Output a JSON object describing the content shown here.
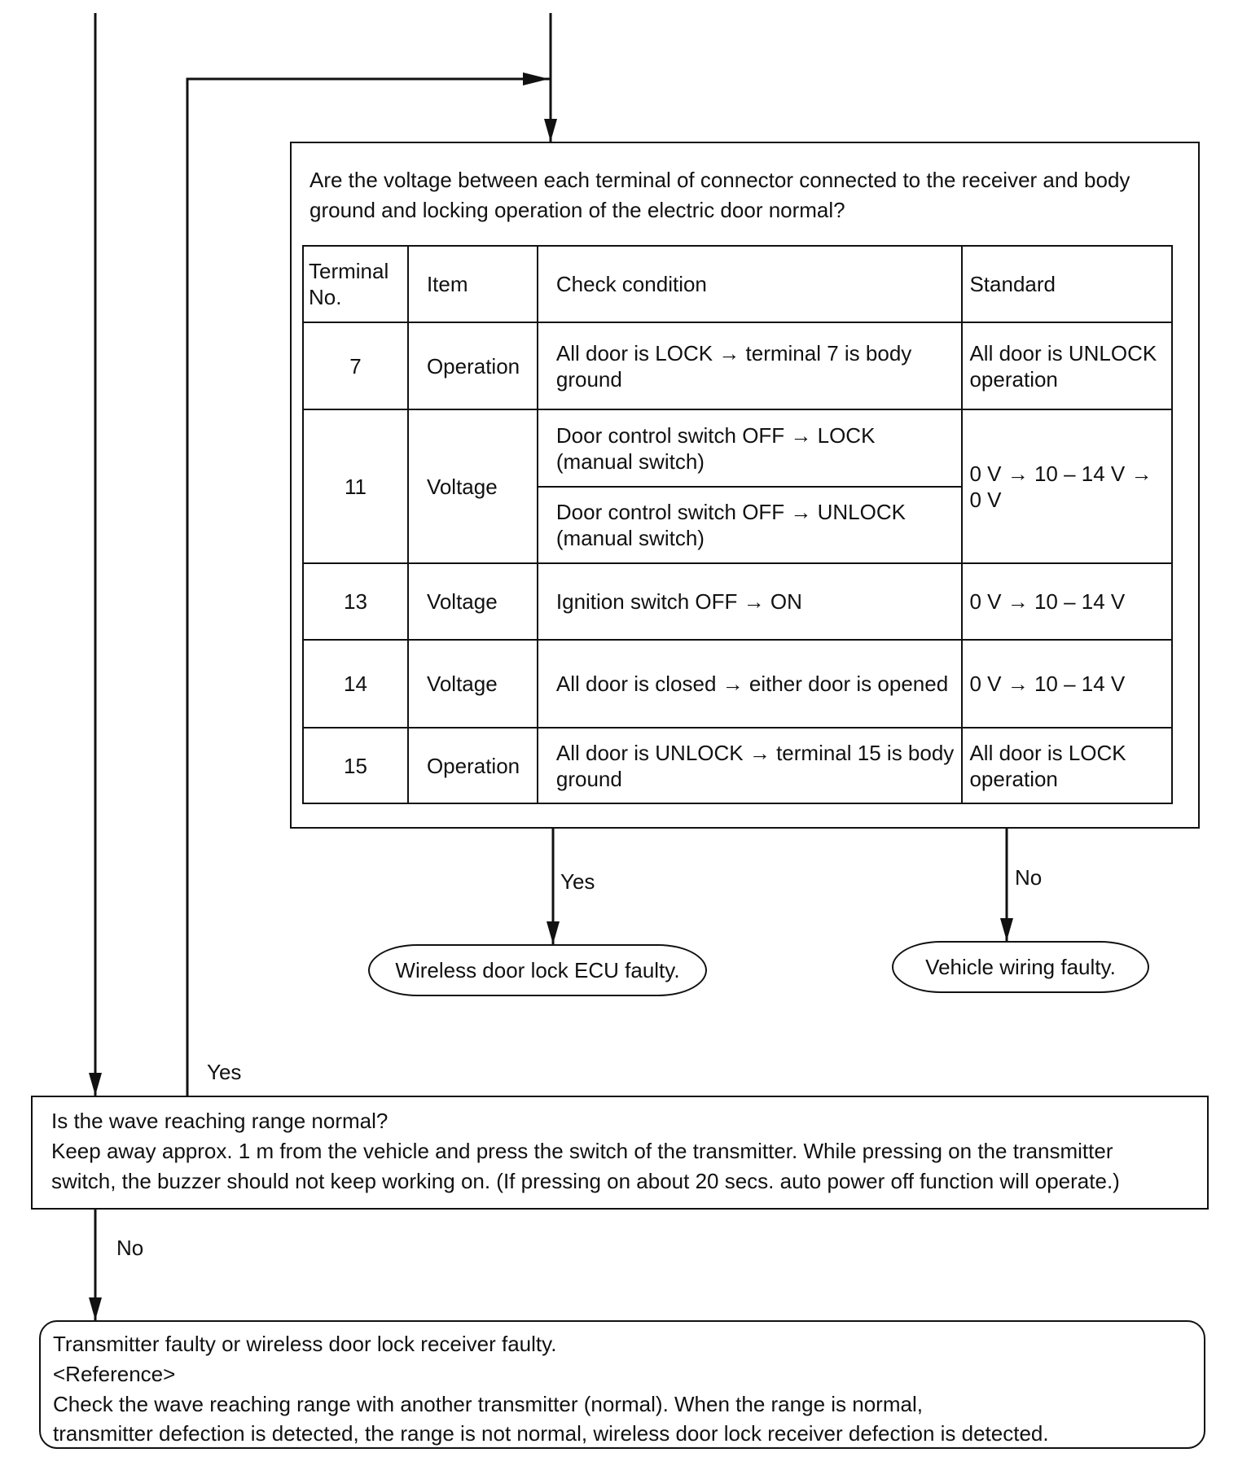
{
  "question_box": {
    "text": "Are the voltage between each terminal of connector connected to the receiver and body ground and locking operation of the electric door normal?"
  },
  "table": {
    "headers": [
      "Terminal No.",
      "Item",
      "Check condition",
      "Standard"
    ],
    "rows": [
      {
        "terminal": "7",
        "item": "Operation",
        "condition": "All door is LOCK → terminal 7 is body ground",
        "standard": "All door is UNLOCK operation"
      },
      {
        "terminal": "11",
        "item": "Voltage",
        "condition": "Door control switch OFF → LOCK (manual switch)",
        "condition2": "Door control switch OFF → UNLOCK (manual switch)",
        "standard": "0 V → 10 – 14 V → 0 V"
      },
      {
        "terminal": "13",
        "item": "Voltage",
        "condition": "Ignition switch OFF → ON",
        "standard": "0 V → 10 – 14 V"
      },
      {
        "terminal": "14",
        "item": "Voltage",
        "condition": "All door is closed → either door is opened",
        "standard": "0 V → 10 – 14 V"
      },
      {
        "terminal": "15",
        "item": "Operation",
        "condition": "All door is UNLOCK → terminal 15 is body ground",
        "standard": "All door is LOCK operation"
      }
    ]
  },
  "branch_labels": {
    "yes_upper": "Yes",
    "no_upper": "No",
    "yes_left": "Yes",
    "no_lower": "No"
  },
  "outcomes": {
    "ecu_faulty": "Wireless door lock ECU faulty.",
    "wiring_faulty": "Vehicle wiring faulty."
  },
  "wave_box": {
    "title": "Is the wave reaching range normal?",
    "line1": "Keep away approx. 1 m from the vehicle and press the switch of the transmitter. While pressing on the transmitter",
    "line2": "switch, the buzzer should not keep working on. (If pressing on about 20 secs. auto power off function will operate.)"
  },
  "final_box": {
    "line1": "Transmitter faulty or wireless door lock receiver faulty.",
    "line2": "<Reference>",
    "line3": "Check the wave reaching range with another transmitter (normal). When the range is normal,",
    "line4": "transmitter defection is detected, the range is not normal, wireless door lock receiver defection is detected."
  }
}
